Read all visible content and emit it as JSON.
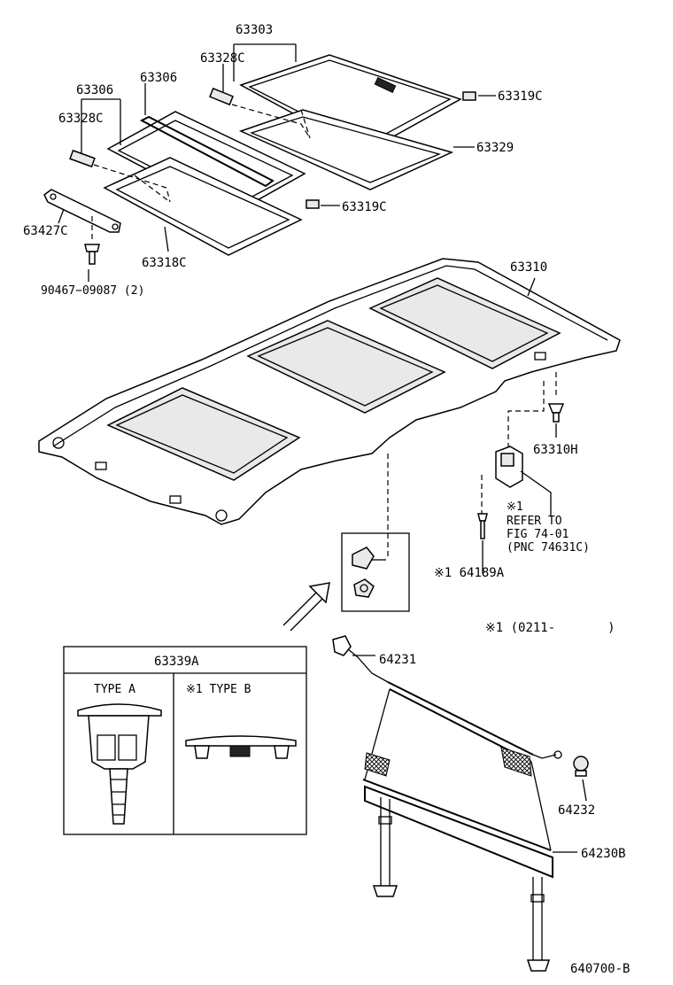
{
  "labels": {
    "p63303": "63303",
    "p63328c_top": "63328C",
    "p63306_a": "63306",
    "p63306_b": "63306",
    "p63328c_left": "63328C",
    "p63319c_top": "63319C",
    "p63329": "63329",
    "p63319c_mid": "63319C",
    "p63427c": "63427C",
    "p63318c": "63318C",
    "p90467": "90467−09087 (2)",
    "p63310": "63310",
    "p63310h": "63310H",
    "note1_mark": "※1",
    "note1_refer": "REFER TO",
    "note1_fig": "FIG 74-01",
    "note1_pnc": "(PNC 74631C)",
    "p64189a": "※1  64189A",
    "date_note": "※1 (0211-       )",
    "p64231": "64231",
    "p64232": "64232",
    "p64230b": "64230B",
    "figure_code": "640700-B"
  },
  "inset_table": {
    "title": "63339A",
    "col_a": "TYPE A",
    "col_b": "※1  TYPE B"
  }
}
